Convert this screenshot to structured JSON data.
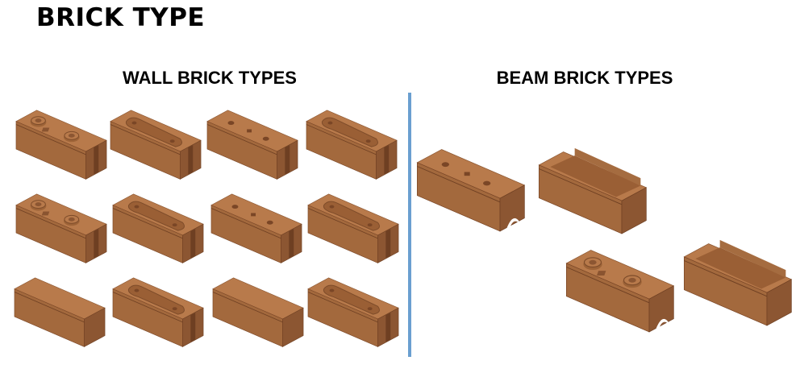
{
  "title": "BRICK TYPE",
  "sections": {
    "wall": "WALL BRICK TYPES",
    "beam": "BEAM BRICK TYPES"
  },
  "colors": {
    "brick_top": "#b87a4b",
    "brick_front": "#a3693d",
    "brick_side": "#8c5632",
    "divider": "#6a9fd0"
  }
}
